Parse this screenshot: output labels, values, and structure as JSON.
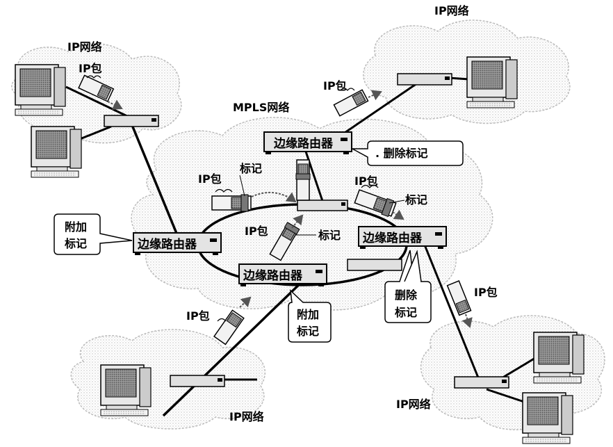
{
  "clouds": {
    "ip_top_left": "IP网络",
    "ip_top_right": "IP网络",
    "mpls": "MPLS网络",
    "ip_bottom_left": "IP网络",
    "ip_bottom_right": "IP网络"
  },
  "routers": {
    "edge_top": "边缘路由器",
    "edge_left": "边缘路由器",
    "edge_right": "边缘路由器",
    "edge_bottom": "边缘路由器"
  },
  "labels": {
    "ip_packet_tl": "IP包",
    "ip_packet_tr": "IP包",
    "ip_packet_ring_left": "IP包",
    "label_ring_left": "标记",
    "ip_packet_ring_right": "IP包",
    "label_ring_right": "标记",
    "ip_packet_center": "IP包",
    "label_center": "标记",
    "ip_packet_bottom": "IP包",
    "ip_packet_br": "IP包"
  },
  "callouts": {
    "remove_label_top": ". 删除标记",
    "add_label_left_1": "附加",
    "add_label_left_2": "标记",
    "add_label_bottom_1": "附加",
    "add_label_bottom_2": "标记",
    "remove_label_right_1": "删除",
    "remove_label_right_2": "标记"
  }
}
